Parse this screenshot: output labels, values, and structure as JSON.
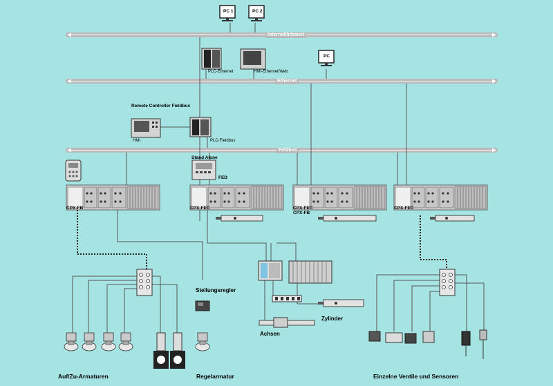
{
  "buses": {
    "internet": "Internet/Intranet",
    "ethernet": "Ethernet",
    "feldbus": "Feldbus"
  },
  "top": {
    "pc1": "PC 1",
    "pc2": "PC 2"
  },
  "ethernet_devices": {
    "plc": "PLC-Ethernet",
    "hmi": "HMI-Ethernet/Web",
    "pc": "PC"
  },
  "remote": {
    "title": "Remote Controller Fieldbus",
    "hmi": "HMI",
    "plc": "PLC-Fieldbus"
  },
  "stand_alone": {
    "title": "Stand Alone",
    "fed": "FED"
  },
  "terminals": {
    "t1": "CPX-FB",
    "t2": "CPX-FEC",
    "t3_a": "CPX-FEC",
    "t3_b": "CPX-FB",
    "t4": "CPX-FEC"
  },
  "bottom": {
    "stellungsregler": "Stellungsregler",
    "zylinder": "Zylinder",
    "achsen": "Achsen",
    "auf_zu": "Auf/Zu-Armaturen",
    "regelarmatur": "Regelarmatur",
    "einzelne": "Einzelne Ventile und Sensoren"
  },
  "colors": {
    "background": "#a6e3e3",
    "bus": "#b9b9b9",
    "line": "#555555"
  }
}
